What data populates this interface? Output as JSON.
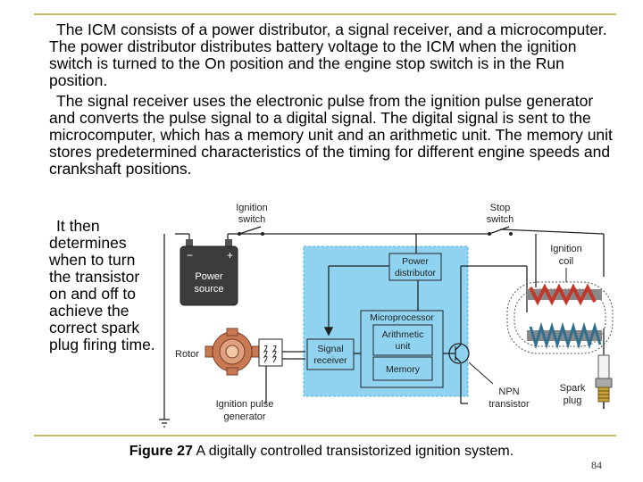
{
  "paragraphs": {
    "p1": "The ICM consists of a power distributor, a signal receiver, and a microcomputer. The power distributor distributes battery voltage to the ICM when the ignition switch is turned to the On position and the engine stop switch is in the Run position.",
    "p2": "The signal receiver uses the electronic pulse from the ignition pulse generator and converts the pulse signal to a digital signal. The digital signal is sent to the microcomputer, which has a memory unit and an arithmetic unit. The memory unit stores predetermined characteristics of the timing for different engine speeds and crankshaft positions.",
    "p3": "It then determines when to turn the transistor on and off to achieve the correct spark plug firing time."
  },
  "diagram": {
    "ignition_switch": [
      "Ignition",
      "switch"
    ],
    "stop_switch": [
      "Stop",
      "switch"
    ],
    "ignition_coil": [
      "Ignition",
      "coil"
    ],
    "power_source": [
      "Power",
      "source"
    ],
    "battery_minus": "−",
    "battery_plus": "+",
    "power_distributor": [
      "Power",
      "distributor"
    ],
    "microprocessor": "Microprocessor",
    "arithmetic_unit": [
      "Arithmetic",
      "unit"
    ],
    "memory": "Memory",
    "signal_receiver": [
      "Signal",
      "receiver"
    ],
    "rotor": "Rotor",
    "ignition_pulse_generator": [
      "Ignition pulse",
      "generator"
    ],
    "npn_transistor": [
      "NPN",
      "transistor"
    ],
    "spark_plug": [
      "Spark",
      "plug"
    ]
  },
  "caption": {
    "label": "Figure 27",
    "text": " A digitally controlled transistorized ignition system."
  },
  "page_number": "84",
  "colors": {
    "icm_box": "#8fd3f0",
    "rule": "#c8b46a",
    "coil_red": "#c0392b",
    "coil_blue": "#2f6f8f",
    "rotor": "#c97a55"
  }
}
